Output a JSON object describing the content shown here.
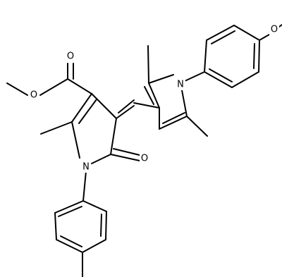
{
  "atoms": {
    "o_ester_carbonyl": "O",
    "o_ester_ether": "O",
    "o_lactam": "O",
    "n_pyrrolone": "N",
    "n_pyrrole": "N",
    "o_methoxy": "O"
  }
}
